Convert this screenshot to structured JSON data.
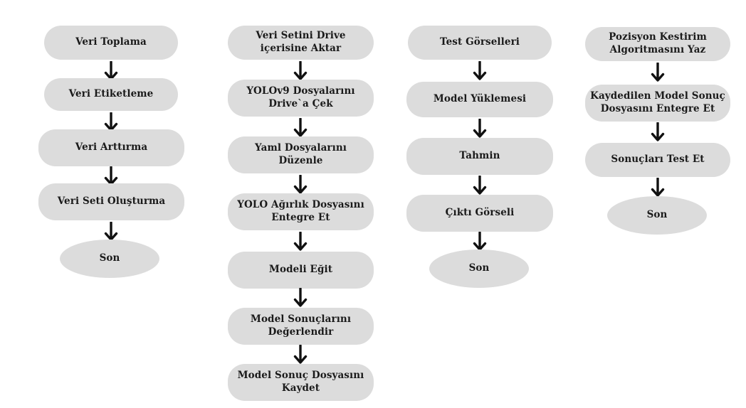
{
  "colors": {
    "node_fill": "#dcdcdc",
    "arrow": "#111111",
    "text": "#1a1a1a",
    "background": "#ffffff"
  },
  "columns": [
    {
      "steps": [
        "Veri Toplama",
        "Veri Etiketleme",
        "Veri Arttırma",
        "Veri Seti  Oluşturma",
        "Son"
      ]
    },
    {
      "steps": [
        "Veri Setini Drive\niçerisine Aktar",
        "YOLOv9 Dosyalarını\nDrive`a Çek",
        "Yaml Dosyalarını\nDüzenle",
        "YOLO Ağırlık Dosyasını\nEntegre Et",
        "Modeli Eğit",
        "Model Sonuçlarını\nDeğerlendir",
        "Model Sonuç Dosyasını\nKaydet"
      ]
    },
    {
      "steps": [
        "Test Görselleri",
        "Model Yüklemesi",
        "Tahmin",
        "Çıktı Görseli",
        "Son"
      ]
    },
    {
      "steps": [
        "Pozisyon Kestirim\nAlgoritmasını Yaz",
        "Kaydedilen Model Sonuç\nDosyasını Entegre Et",
        "Sonuçları Test Et",
        "Son"
      ]
    }
  ],
  "connector_icon": "arrow-down-icon"
}
